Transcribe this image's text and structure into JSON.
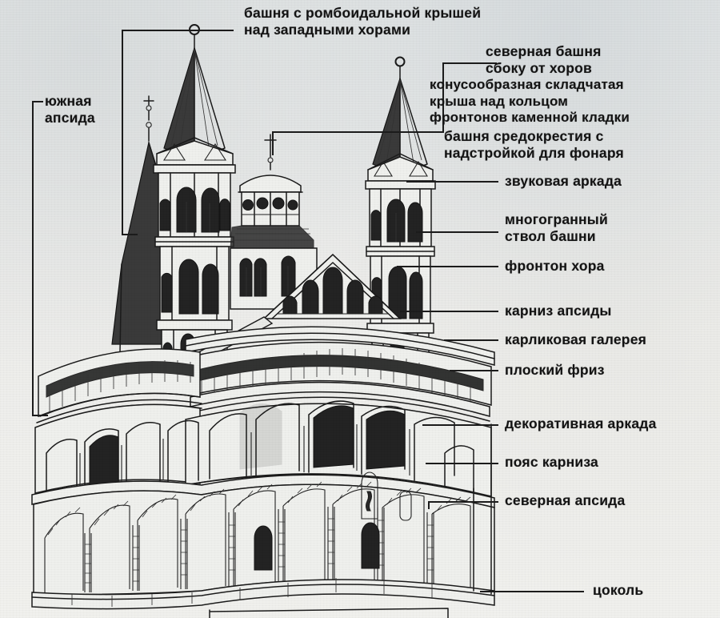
{
  "diagram": {
    "subject": "Романская церковь — разрез фасада с обозначениями",
    "language": "ru",
    "ink_color": "#1b1b1b",
    "paper_color": "#e9eae7"
  },
  "labels": {
    "west_tower": "башня с ромбоидальной крышей\nнад западными хорами",
    "north_tower": "северная башня\nсбоку от хоров",
    "conical_roof": "конусообразная складчатая\nкрыша  над  кольцом\nфронтонов каменной кладки",
    "crossing_tower": "башня средокрестия с\nнадстройкой для фонаря",
    "sound_arcade": "звуковая аркада",
    "tower_shaft": "многогранный\nствол башни",
    "choir_gable": "фронтон хора",
    "apse_cornice": "карниз апсиды",
    "dwarf_gallery": "карликовая галерея",
    "flat_frieze": "плоский фриз",
    "decorative_arcade": "декоративная аркада",
    "cornice_belt": "пояс карниза",
    "north_apse": "северная апсида",
    "plinth": "цоколь",
    "south_apse": "южная\nапсида"
  }
}
